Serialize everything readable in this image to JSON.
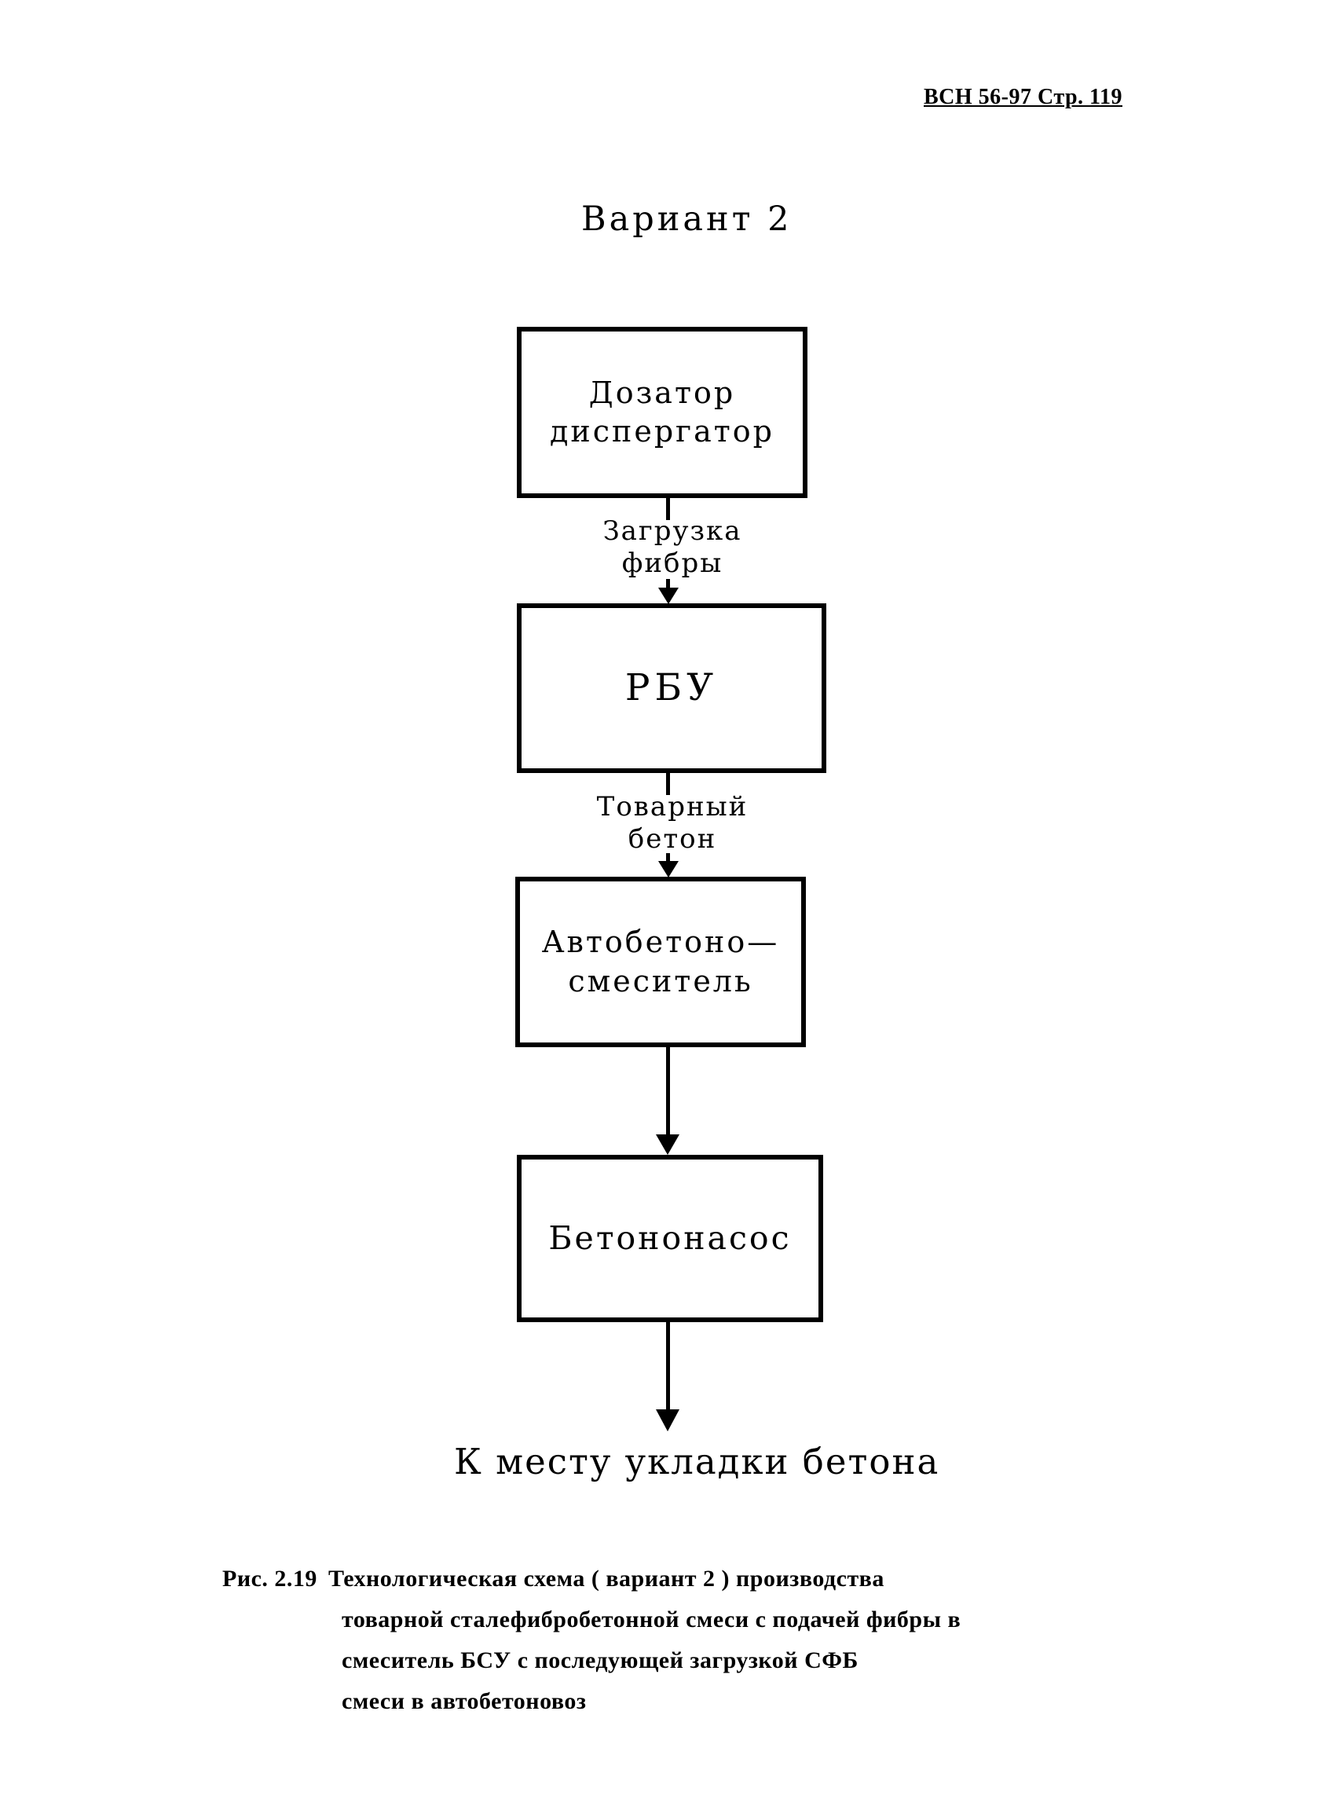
{
  "page": {
    "header": "ВСН 56-97 Стр. 119",
    "title": "Вариант 2"
  },
  "diagram": {
    "type": "flowchart",
    "direction": "top-down",
    "boxes": [
      {
        "id": "dozator-dispergator",
        "lines": [
          "Дозатор",
          "диспергатор"
        ]
      },
      {
        "id": "rbu",
        "lines": [
          "РБУ"
        ]
      },
      {
        "id": "avtobetonosmesitel",
        "lines": [
          "Автобетоно—",
          "смеситель"
        ]
      },
      {
        "id": "betononasos",
        "lines": [
          "Бетононасос"
        ]
      }
    ],
    "arrow_labels": [
      {
        "from": "dozator-dispergator",
        "to": "rbu",
        "lines": [
          "Загрузка",
          "фибры"
        ]
      },
      {
        "from": "rbu",
        "to": "avtobetonosmesitel",
        "lines": [
          "Товарный",
          "бетон"
        ]
      }
    ],
    "end_label": "К месту укладки бетона",
    "line_color": "#000000",
    "background_color": "#ffffff"
  },
  "caption": {
    "figure_ref": "Рис. 2.19",
    "lines": [
      "Технологическая схема ( вариант 2 ) производства",
      "товарной сталефибробетонной смеси с подачей фибры в",
      "смеситель БСУ с последующей загрузкой СФБ",
      "смеси в автобетоновоз"
    ]
  }
}
